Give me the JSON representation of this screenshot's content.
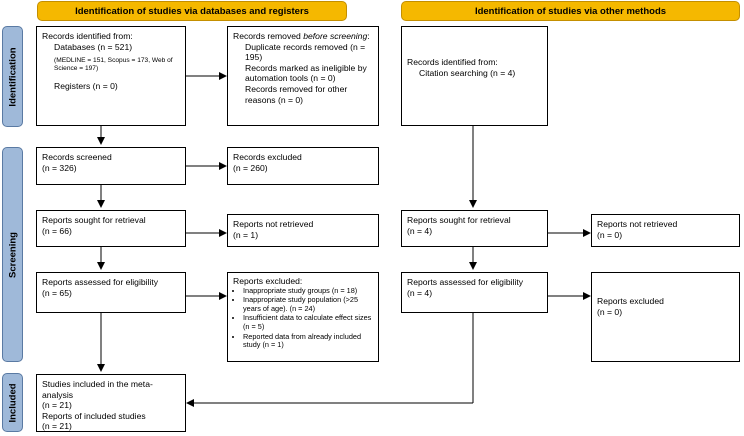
{
  "headers": {
    "databases": "Identification of studies via databases and registers",
    "other_methods": "Identification of studies via other methods"
  },
  "phases": {
    "identification": "Identification",
    "screening": "Screening",
    "included": "Included"
  },
  "db": {
    "records_identified": {
      "title": "Records identified from:",
      "databases": "Databases (n = 521)",
      "detail": "(MEDLINE = 151, Scopus = 173, Web of Science = 197)",
      "registers": "Registers (n = 0)"
    },
    "records_removed": {
      "title_prefix": "Records removed ",
      "title_em": "before screening",
      "title_suffix": ":",
      "duplicates": "Duplicate records removed (n = 195)",
      "ineligible": "Records marked as ineligible by automation tools (n = 0)",
      "other": "Records removed for other reasons (n = 0)"
    },
    "screened": {
      "label": "Records screened",
      "count": "(n = 326)"
    },
    "excluded": {
      "label": "Records excluded",
      "count": "(n = 260)"
    },
    "sought": {
      "label": "Reports sought for retrieval",
      "count": "(n = 66)"
    },
    "not_retrieved": {
      "label": "Reports not retrieved",
      "count": "(n = 1)"
    },
    "assessed": {
      "label": "Reports assessed for eligibility",
      "count": "(n = 65)"
    },
    "reports_excluded": {
      "title": "Reports excluded:",
      "reasons": [
        "Inappropriate study groups (n = 18)",
        "Inappropriate study population (>25 years of age). (n = 24)",
        "Insufficient data to calculate effect sizes (n = 5)",
        "Reported data from already included study (n = 1)"
      ]
    },
    "included": {
      "studies": "Studies included in the meta-analysis",
      "studies_count": "(n = 21)",
      "reports": "Reports of included studies",
      "reports_count": "(n = 21)"
    }
  },
  "other": {
    "records_identified": {
      "title": "Records identified from:",
      "citation": "Citation searching (n = 4)"
    },
    "sought": {
      "label": "Reports sought for retrieval",
      "count": "(n = 4)"
    },
    "not_retrieved": {
      "label": "Reports not retrieved",
      "count": "(n = 0)"
    },
    "assessed": {
      "label": "Reports assessed for eligibility",
      "count": "(n = 4)"
    },
    "excluded": {
      "label": "Reports excluded",
      "count": "(n = 0)"
    }
  }
}
